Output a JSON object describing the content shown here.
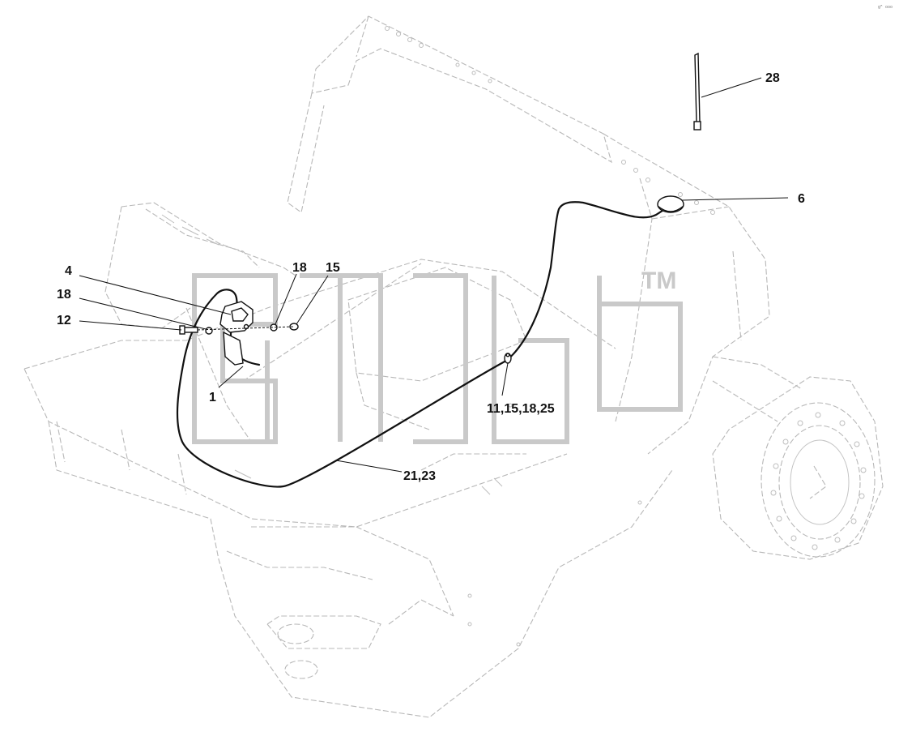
{
  "drawing_code": "gᴿ ooo",
  "watermark_tm": "TM",
  "callouts": {
    "c28": "28",
    "c6": "6",
    "c4": "4",
    "c18a": "18",
    "c15": "15",
    "c18b": "18",
    "c12": "12",
    "c1": "1",
    "c11": "11,15,18,25",
    "c21": "21,23"
  }
}
